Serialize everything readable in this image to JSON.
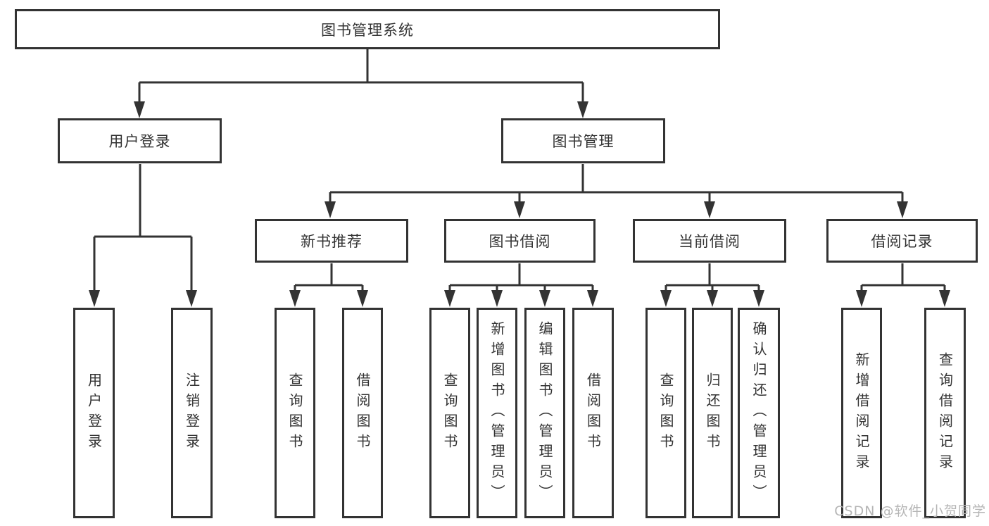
{
  "diagram": {
    "root": {
      "label": "图书管理系统"
    },
    "branches": [
      {
        "label": "用户登录",
        "children": [
          "用户登录",
          "注销登录"
        ]
      },
      {
        "label": "图书管理",
        "children": [
          {
            "label": "新书推荐",
            "children": [
              "查询图书",
              "借阅图书"
            ]
          },
          {
            "label": "图书借阅",
            "children": [
              "查询图书",
              "新增图书（管理员）",
              "编辑图书（管理员）",
              "借阅图书"
            ]
          },
          {
            "label": "当前借阅",
            "children": [
              "查询图书",
              "归还图书",
              "确认归还（管理员）"
            ]
          },
          {
            "label": "借阅记录",
            "children": [
              "新增借阅记录",
              "查询借阅记录"
            ]
          }
        ]
      }
    ]
  },
  "watermark": {
    "text": "CSDN @软件_小贺同学"
  },
  "colors": {
    "line": "#333333",
    "text": "#333333",
    "background": "#ffffff",
    "watermark": "#b5b5b5"
  }
}
